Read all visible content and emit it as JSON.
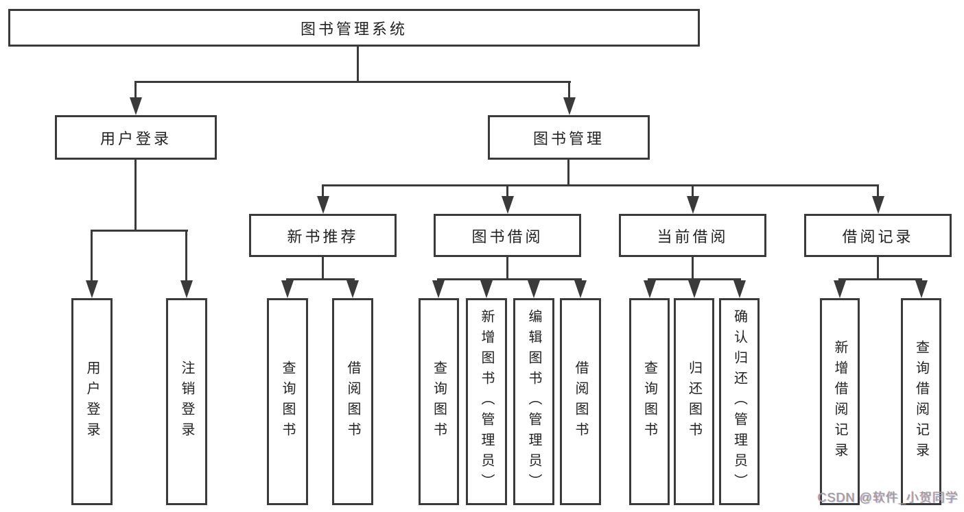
{
  "diagram": {
    "tree": {
      "label": "图书管理系统",
      "children": [
        {
          "label": "用户登录",
          "children": [
            {
              "label": "用户登录"
            },
            {
              "label": "注销登录"
            }
          ]
        },
        {
          "label": "图书管理",
          "children": [
            {
              "label": "新书推荐",
              "children": [
                {
                  "label": "查询图书"
                },
                {
                  "label": "借阅图书"
                }
              ]
            },
            {
              "label": "图书借阅",
              "children": [
                {
                  "label": "查询图书"
                },
                {
                  "label": "新增图书（管理员）"
                },
                {
                  "label": "编辑图书（管理员）"
                },
                {
                  "label": "借阅图书"
                }
              ]
            },
            {
              "label": "当前借阅",
              "children": [
                {
                  "label": "查询图书"
                },
                {
                  "label": "归还图书"
                },
                {
                  "label": "确认归还（管理员）"
                }
              ]
            },
            {
              "label": "借阅记录",
              "children": [
                {
                  "label": "新增借阅记录"
                },
                {
                  "label": "查询借阅记录"
                }
              ]
            }
          ]
        }
      ]
    },
    "watermark": "CSDN @软件_小贺同学",
    "colors": {
      "line": "#3a3a3a",
      "text": "#222222",
      "background": "#ffffff",
      "watermark": "#9c9c9c"
    }
  }
}
